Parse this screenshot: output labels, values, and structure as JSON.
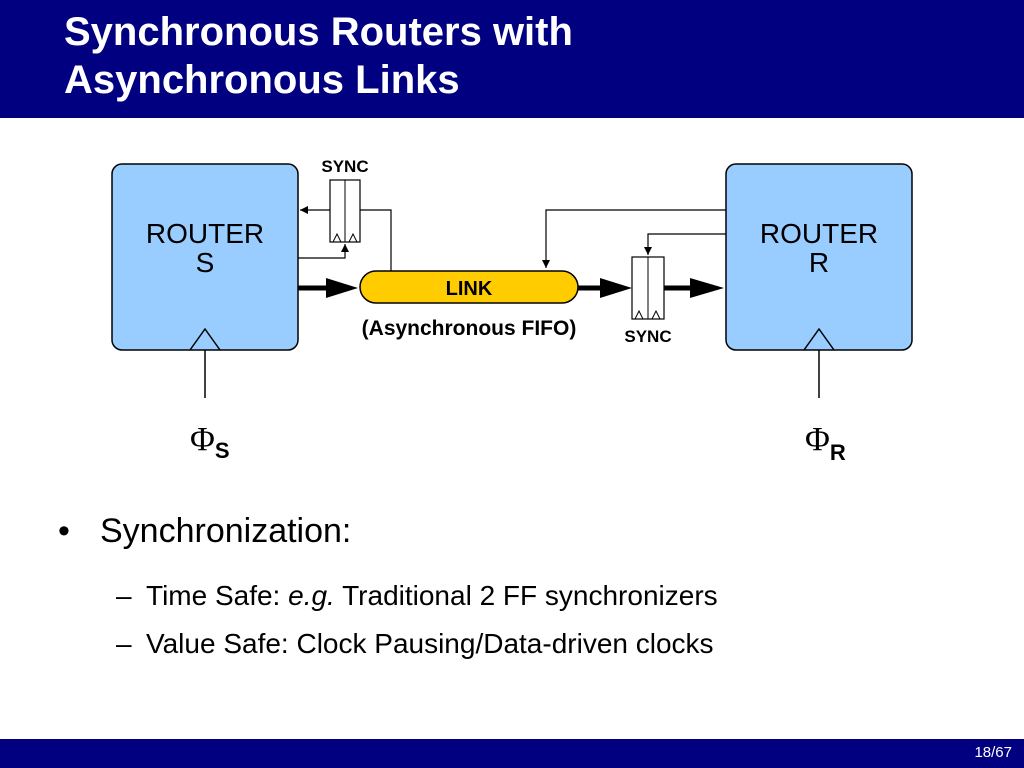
{
  "slide": {
    "title_line1": "Synchronous Routers with",
    "title_line2": "Asynchronous Links",
    "page_number": "18/67"
  },
  "diagram": {
    "router_s": {
      "line1": "ROUTER",
      "line2": "S"
    },
    "router_r": {
      "line1": "ROUTER",
      "line2": "R"
    },
    "link_label": "LINK",
    "link_caption": "(Asynchronous FIFO)",
    "sync_top_label": "SYNC",
    "sync_bottom_label": "SYNC",
    "clock_s": {
      "symbol": "Φ",
      "sub": "S"
    },
    "clock_r": {
      "symbol": "Φ",
      "sub": "R"
    },
    "colors": {
      "router_fill": "#99ccff",
      "link_fill": "#ffcc00",
      "header_bg": "#000080"
    }
  },
  "content": {
    "bullet": "Synchronization:",
    "sub1_prefix": "Time Safe: ",
    "sub1_em": "e.g.",
    "sub1_rest": " Traditional 2 FF synchronizers",
    "sub2": "Value Safe: Clock Pausing/Data-driven clocks"
  }
}
